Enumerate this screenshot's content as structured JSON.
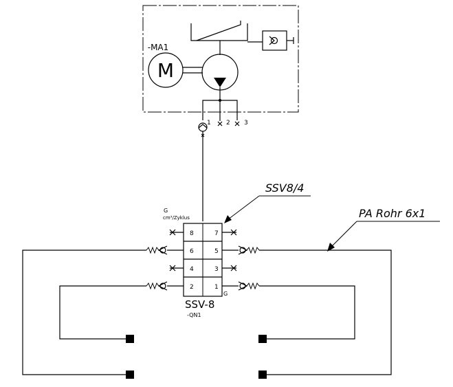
{
  "pump": {
    "motor_tag": "-MA1",
    "motor_symbol": "M",
    "port1": "1",
    "port2": "2",
    "port3": "3"
  },
  "distributor": {
    "g_label": "G",
    "unit_label": "cm³/Zyklus",
    "name": "SSV-8",
    "tag": "-QN1",
    "g_mark": "G",
    "left_ports": [
      "8",
      "6",
      "4",
      "2"
    ],
    "right_ports": [
      "7",
      "5",
      "3",
      "1"
    ]
  },
  "callouts": {
    "distributor_ref": "SSV8/4",
    "pipe_ref": "PA Rohr 6x1"
  }
}
